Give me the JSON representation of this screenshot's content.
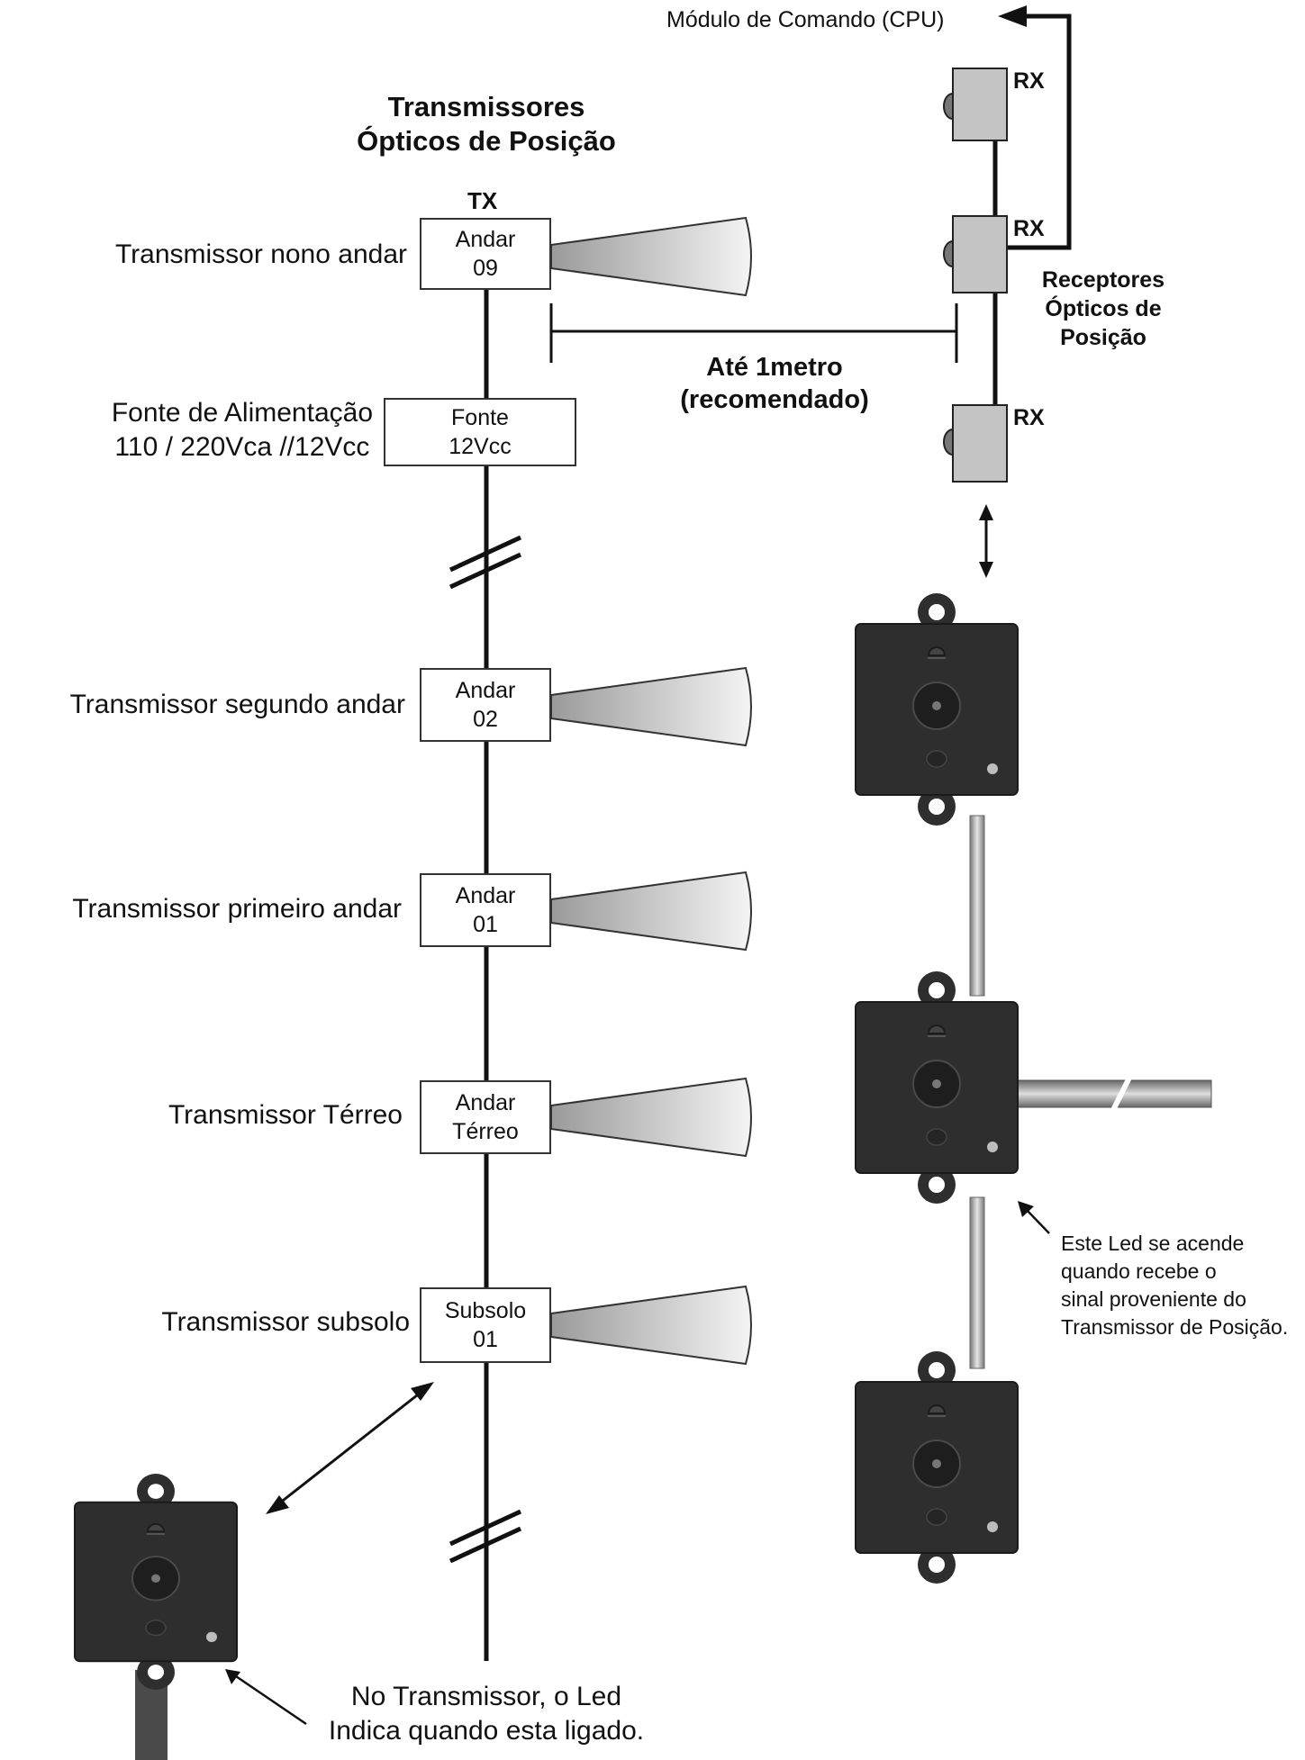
{
  "title": {
    "line1": "Transmissores",
    "line2": "Ópticos de Posição"
  },
  "tx_header": "TX",
  "cpu_label": "Módulo de Comando (CPU)",
  "rx_label": "RX",
  "receivers_label": {
    "line1": "Receptores",
    "line2": "Ópticos de",
    "line3": "Posição"
  },
  "distance_label": {
    "line1": "Até 1metro",
    "line2": "(recomendado)"
  },
  "power_supply": {
    "label_line1": "Fonte de Alimentação",
    "label_line2": "110 / 220Vca //12Vcc",
    "box_line1": "Fonte",
    "box_line2": "12Vcc"
  },
  "transmitters": [
    {
      "label": "Transmissor nono andar",
      "box_line1": "Andar",
      "box_line2": "09"
    },
    {
      "label": "Transmissor  segundo andar",
      "box_line1": "Andar",
      "box_line2": "02"
    },
    {
      "label": "Transmissor  primeiro andar",
      "box_line1": "Andar",
      "box_line2": "01"
    },
    {
      "label": "Transmissor  Térreo",
      "box_line1": "Andar",
      "box_line2": "Térreo"
    },
    {
      "label": "Transmissor  subsolo",
      "box_line1": "Subsolo",
      "box_line2": "01"
    }
  ],
  "led_note_rx": {
    "line1": "Este Led se acende",
    "line2": "quando recebe o",
    "line3": "sinal proveniente do",
    "line4": "Transmissor de Posição."
  },
  "led_note_tx": {
    "line1": "No Transmissor, o Led",
    "line2": "Indica quando esta ligado."
  },
  "colors": {
    "line": "#111111",
    "device": "#2e2e2e",
    "rx_box": "#c4c4c4",
    "beam_dark": "#9a9a9a"
  }
}
